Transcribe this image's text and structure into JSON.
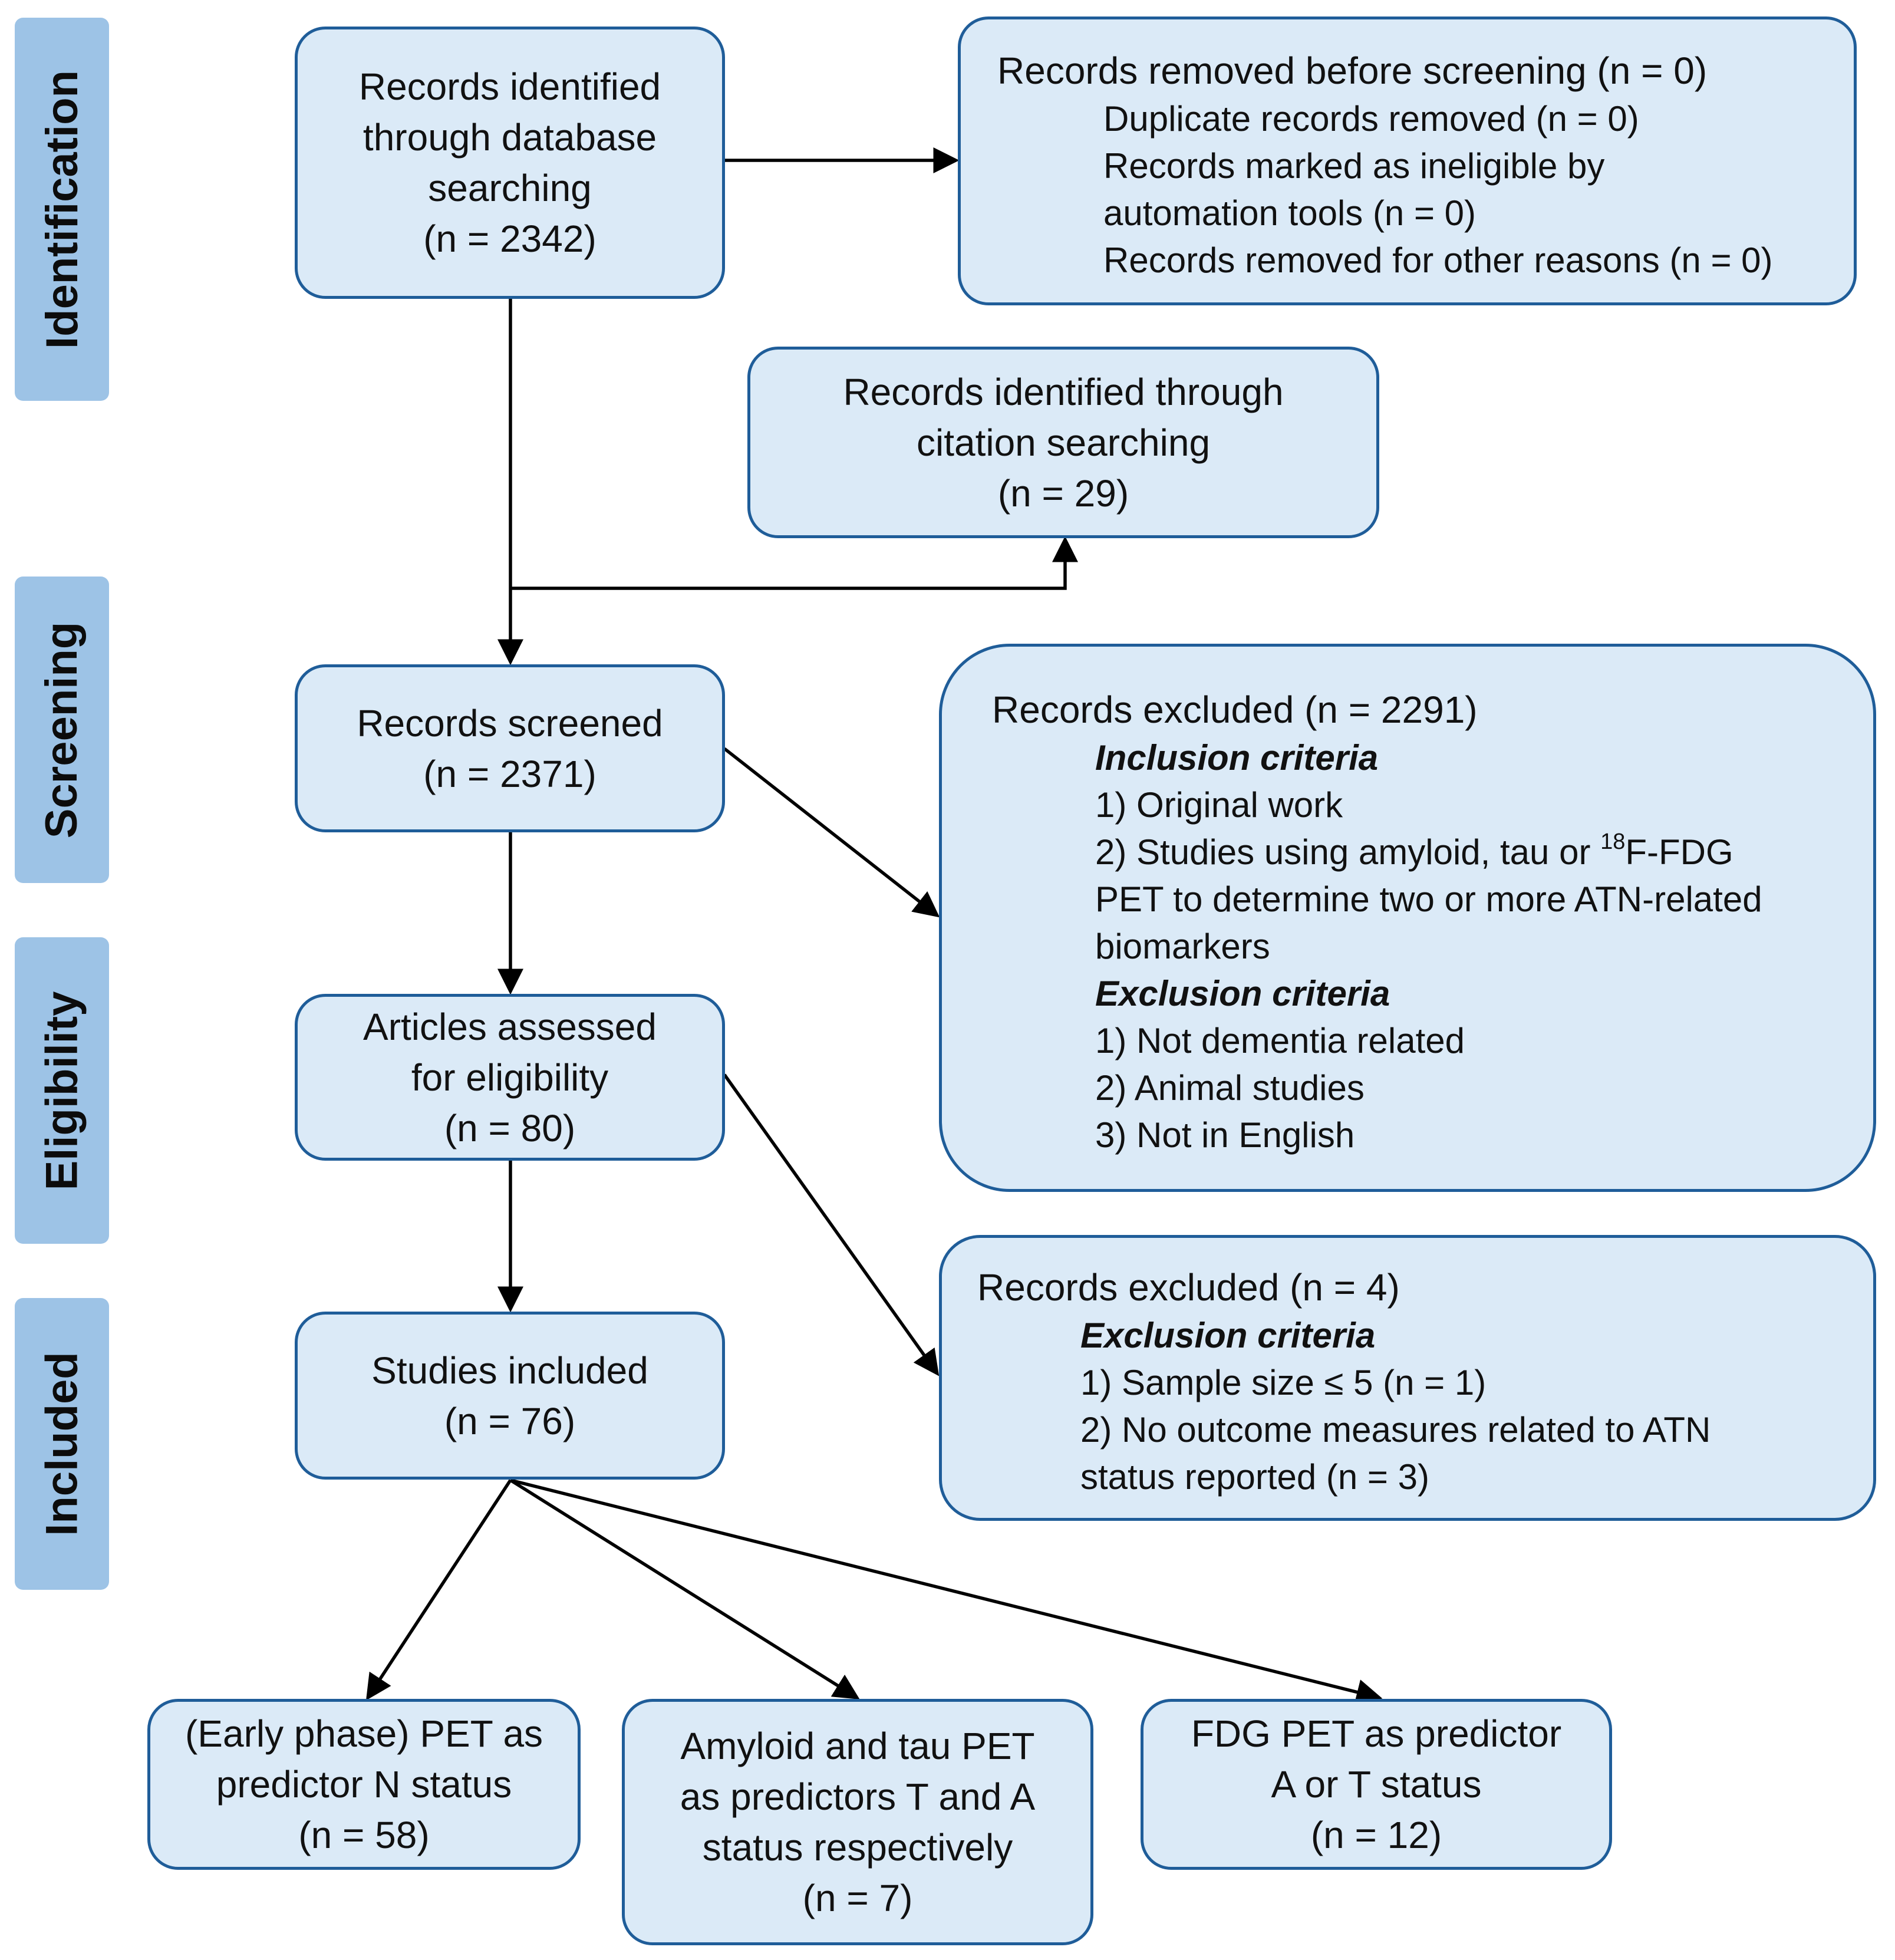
{
  "stages": {
    "identification": "Identification",
    "screening": "Screening",
    "eligibility": "Eligibility",
    "included": "Included"
  },
  "db_search": {
    "lines": [
      "Records identified",
      "through database",
      "searching",
      "(n = 2342)"
    ]
  },
  "removed_before": {
    "title": "Records removed before screening (n = 0)",
    "items": [
      "Duplicate records removed (n = 0)",
      "Records marked as ineligible by",
      "automation tools (n = 0)",
      "Records removed for other reasons (n = 0)"
    ]
  },
  "citation_search": {
    "lines": [
      "Records identified through",
      "citation searching",
      "(n = 29)"
    ]
  },
  "screened": {
    "lines": [
      "Records screened",
      "(n = 2371)"
    ]
  },
  "excluded_screening": {
    "title": "Records excluded (n = 2291)",
    "inclusion_heading": "Inclusion criteria",
    "inclusion_items": {
      "item1": "1) Original work",
      "item2_before": "2) Studies using amyloid, tau or ",
      "item2_sup": "18",
      "item2_after": "F-FDG",
      "item2_line2": "PET to determine two or more ATN-related",
      "item2_line3": "biomarkers"
    },
    "exclusion_heading": "Exclusion criteria",
    "exclusion_items": [
      "1) Not dementia related",
      "2) Animal studies",
      "3) Not in English"
    ]
  },
  "eligibility": {
    "lines": [
      "Articles assessed",
      "for eligibility",
      "(n = 80)"
    ]
  },
  "excluded_eligibility": {
    "title": "Records excluded (n = 4)",
    "exclusion_heading": "Exclusion criteria",
    "items": [
      "1) Sample size ≤ 5 (n = 1)",
      "2) No outcome measures related to ATN",
      "status reported (n = 3)"
    ]
  },
  "included": {
    "lines": [
      "Studies included",
      "(n = 76)"
    ]
  },
  "outcomes": [
    {
      "lines": [
        "(Early phase) PET as",
        "predictor N status",
        "(n = 58)"
      ]
    },
    {
      "lines": [
        "Amyloid and tau PET",
        "as predictors T and A",
        "status respectively",
        "(n = 7)"
      ]
    },
    {
      "lines": [
        "FDG PET as predictor",
        "A or T status",
        "(n = 12)"
      ]
    }
  ],
  "colors": {
    "stage_fill": "#9dc3e6",
    "box_fill": "#dbeaf7",
    "box_border": "#1f5d99",
    "arrow": "#000000"
  }
}
